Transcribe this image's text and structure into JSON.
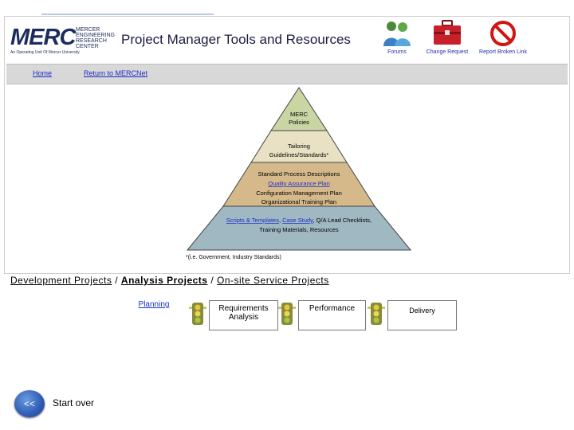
{
  "header": {
    "logo": {
      "main": "MERC",
      "side": "MERCER ENGINEERING RESEARCH CENTER",
      "tag": "An Operating Unit Of Mercer University"
    },
    "title": "Project Manager Tools and Resources",
    "buttons": [
      {
        "label": "Forums",
        "icon": "people-icon"
      },
      {
        "label": "Change Request",
        "icon": "toolbox-icon"
      },
      {
        "label": "Report Broken Link",
        "icon": "no-sign-icon"
      }
    ]
  },
  "nav": {
    "home": "Home",
    "return": "Return to MERCNet"
  },
  "pyramid": {
    "tier1": [
      "MERC",
      "Policies"
    ],
    "tier2": [
      "Tailoring",
      "Guidelines/Standards*"
    ],
    "tier3": [
      "Standard Process Descriptions",
      "Quality Assurance Plan",
      "Configuration Management Plan",
      "Organizational Training Plan"
    ],
    "tier4_line1": {
      "link": "Scripts & Templates",
      "sep1": ", ",
      "case": "Case Study",
      "rest": ", Q/A Lead Checklists,"
    },
    "tier4_line2": "Training Materials,  Resources",
    "footnote": "*(i.e. Government, Industry Standards)",
    "colors": {
      "tier1": "#c9d5a3",
      "tier2": "#e9e1c4",
      "tier3": "#d6b98a",
      "tier4": "#9fb8c2",
      "link": "#1a30c8"
    }
  },
  "breadcrumb": {
    "items": [
      "Development Projects",
      "Analysis Projects",
      "On-site Service Projects"
    ],
    "separator": "/"
  },
  "phases": {
    "planning": "Planning",
    "requirements": [
      "Requirements",
      "Analysis"
    ],
    "performance": "Performance",
    "delivery": "Delivery"
  },
  "footer": {
    "back": "<<",
    "start_over": "Start over"
  }
}
